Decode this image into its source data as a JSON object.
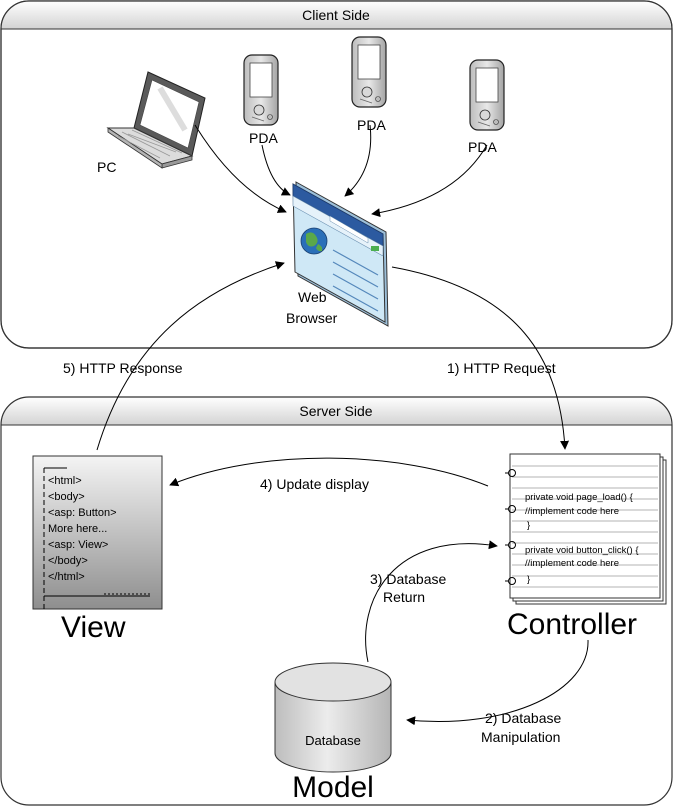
{
  "client_panel": {
    "title": "Client Side"
  },
  "server_panel": {
    "title": "Server Side"
  },
  "devices": {
    "pc_label": "PC",
    "pda1_label": "PDA",
    "pda2_label": "PDA",
    "pda3_label": "PDA",
    "browser_label_line1": "Web",
    "browser_label_line2": "Browser"
  },
  "flows": {
    "http_response": "5) HTTP Response",
    "http_request": "1) HTTP Request",
    "update_display": "4) Update display",
    "db_return_line1": "3) Database",
    "db_return_line2": "Return",
    "db_manip_line1": "2) Database",
    "db_manip_line2": "Manipulation"
  },
  "view": {
    "title": "View",
    "code_lines": [
      "<html>",
      "<body>",
      "<asp: Button>",
      "More here...",
      "<asp: View>",
      "</body>",
      "</html>"
    ]
  },
  "controller": {
    "title": "Controller",
    "code_lines": [
      "private void page_load() {",
      "//implement code here",
      "}",
      "private void button_click() {",
      "//implement code here",
      "}"
    ]
  },
  "model": {
    "title": "Model",
    "db_label": "Database"
  },
  "colors": {
    "panel_border": "#333333",
    "header_gradient_top": "#ffffff",
    "header_gradient_bottom": "#cfcfcf",
    "device_gray": "#9a9a9a",
    "browser_bar": "#2c5aa0",
    "browser_body": "#cfe8f6",
    "globe_blue": "#2a6fb8",
    "globe_green": "#5aa84a"
  }
}
